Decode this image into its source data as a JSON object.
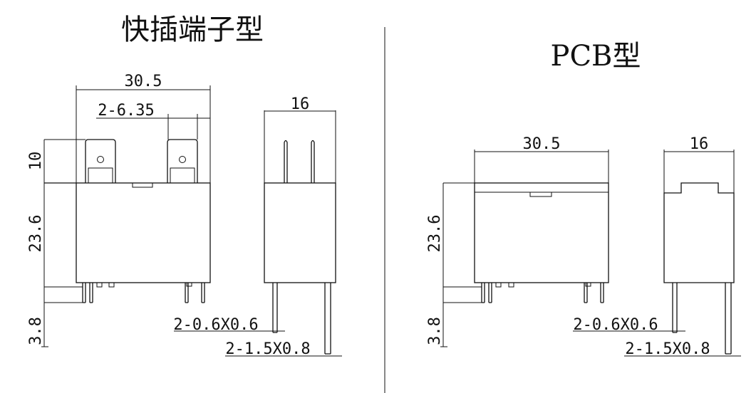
{
  "left_view": {
    "title": "快插端子型",
    "dims": {
      "width": "30.5",
      "terminal": "2-6.35",
      "depth": "16",
      "tab_height": "10",
      "body_height": "23.6",
      "pin_length": "3.8",
      "pin_small": "2-0.6X0.6",
      "pin_large": "2-1.5X0.8"
    }
  },
  "right_view": {
    "title": "PCB型",
    "dims": {
      "width": "30.5",
      "depth": "16",
      "body_height": "23.6",
      "pin_length": "3.8",
      "pin_small": "2-0.6X0.6",
      "pin_large": "2-1.5X0.8"
    }
  }
}
